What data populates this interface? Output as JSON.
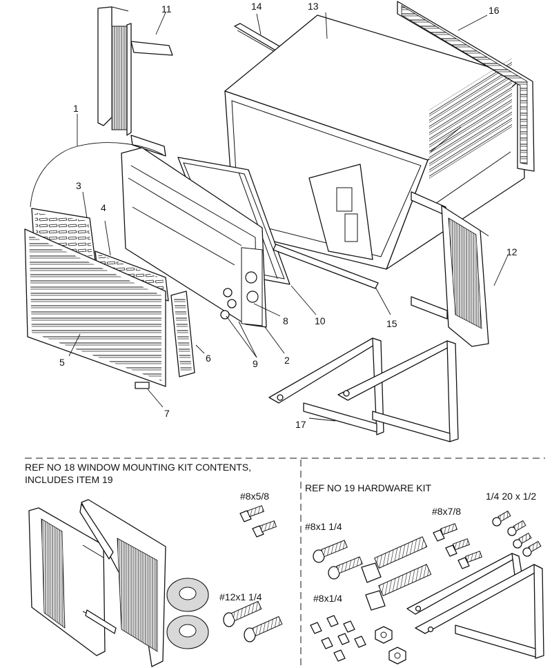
{
  "callouts": {
    "c1": "1",
    "c2": "2",
    "c3": "3",
    "c4": "4",
    "c5": "5",
    "c6": "6",
    "c7": "7",
    "c8": "8",
    "c9": "9",
    "c10": "10",
    "c11": "11",
    "c12": "12",
    "c13": "13",
    "c14": "14",
    "c15": "15",
    "c16": "16",
    "c17": "17"
  },
  "kit18": {
    "title_line1": "REF NO 18 WINDOW MOUNTING KIT CONTENTS,",
    "title_line2": "INCLUDES ITEM 19",
    "screw_a": "#8x5/8",
    "screw_b": "#12x1 1/4"
  },
  "kit19": {
    "title": "REF NO 19 HARDWARE KIT",
    "screw_a": "#8x1 1/4",
    "screw_b": "#8x7/8",
    "screw_c": "1/4 20 x 1/2",
    "screw_d": "#8x1/4"
  }
}
